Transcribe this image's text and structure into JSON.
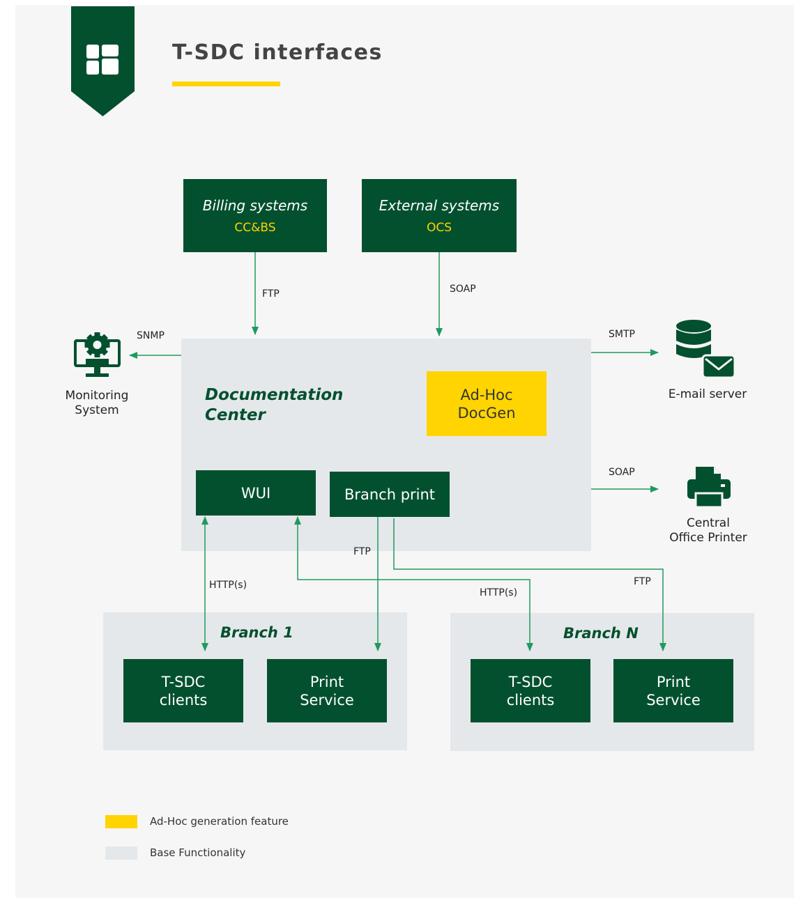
{
  "header": {
    "title": "T-SDC interfaces"
  },
  "sources": {
    "billing": {
      "title": "Billing systems",
      "sub": "CC&BS"
    },
    "external": {
      "title": "External systems",
      "sub": "OCS"
    }
  },
  "documentation_center": {
    "title_line1": "Documentation",
    "title_line2": "Center",
    "adhoc_line1": "Ad-Hoc",
    "adhoc_line2": "DocGen",
    "wui": "WUI",
    "branch_print": "Branch print"
  },
  "external_nodes": {
    "monitoring": {
      "line1": "Monitoring",
      "line2": "System"
    },
    "email": {
      "label": "E-mail server"
    },
    "printer": {
      "line1": "Central",
      "line2": "Office Printer"
    }
  },
  "protocols": {
    "ftp_billing": "FTP",
    "soap_external": "SOAP",
    "snmp": "SNMP",
    "smtp": "SMTP",
    "soap_printer": "SOAP",
    "http_branch1": "HTTP(s)",
    "ftp_branch1": "FTP",
    "http_branchn": "HTTP(s)",
    "ftp_branchn": "FTP"
  },
  "branches": [
    {
      "title": "Branch 1",
      "clients_line1": "T-SDC",
      "clients_line2": "clients",
      "print_line1": "Print",
      "print_line2": "Service"
    },
    {
      "title": "Branch N",
      "clients_line1": "T-SDC",
      "clients_line2": "clients",
      "print_line1": "Print",
      "print_line2": "Service"
    }
  ],
  "legend": {
    "adhoc": "Ad-Hoc generation feature",
    "base": "Base Functionality"
  },
  "colors": {
    "dark_green": "#03502f",
    "yellow": "#ffd400",
    "gray": "#e5e8ea",
    "arrow": "#1f9a5e"
  }
}
